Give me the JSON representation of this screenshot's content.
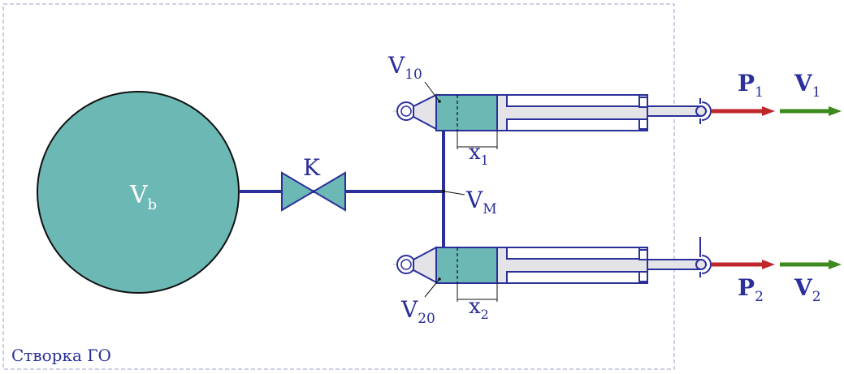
{
  "frame_label": "Створка ГО",
  "tank": {
    "main": "V",
    "sub": "b"
  },
  "valve": {
    "label": "K"
  },
  "manifold": {
    "main": "V",
    "sub": "M"
  },
  "cylinder1": {
    "volume": {
      "main": "V",
      "sub": "10"
    },
    "stroke": {
      "main": "x",
      "sub": "1"
    },
    "force": {
      "main": "P",
      "sub": "1"
    },
    "velocity": {
      "main": "V",
      "sub": "1"
    }
  },
  "cylinder2": {
    "volume": {
      "main": "V",
      "sub": "20"
    },
    "stroke": {
      "main": "x",
      "sub": "2"
    },
    "force": {
      "main": "P",
      "sub": "2"
    },
    "velocity": {
      "main": "V",
      "sub": "2"
    }
  },
  "colors": {
    "line": "#2a2f9a",
    "fluid": "#6bb8b4",
    "body": "#e4e4e8",
    "force_arrow": "#c0272d",
    "velocity_arrow": "#3d8a1e",
    "frame": "#9aa0c8"
  }
}
